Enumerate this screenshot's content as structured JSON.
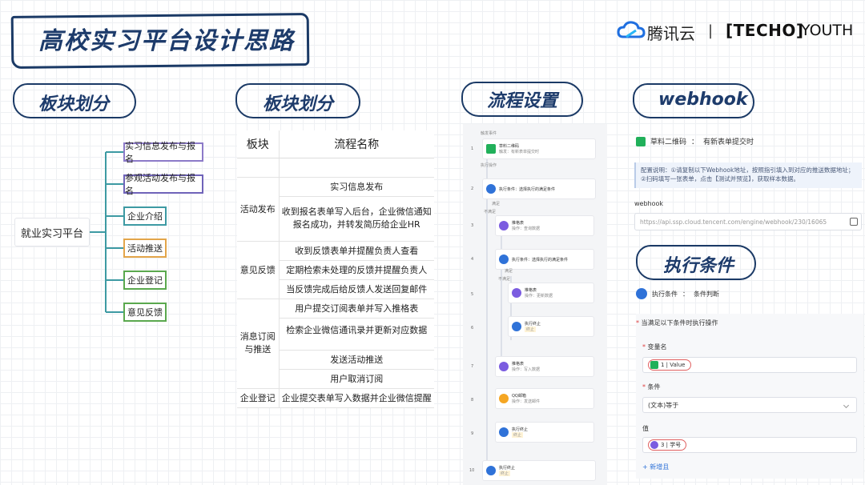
{
  "header": {
    "title": "高校实习平台设计思路",
    "logo_tencent": "腾讯云",
    "logo_sep": "|",
    "logo_techo": "[TECHO]",
    "logo_youth": "YOUTH"
  },
  "sections": {
    "s1": "板块划分",
    "s2": "板块划分",
    "s3": "流程设置",
    "s4": "webhook",
    "s5": "执行条件"
  },
  "mindmap": {
    "root": "就业实习平台",
    "nodes": [
      {
        "label": "实习信息发布与报名",
        "color": "#8c7ac8"
      },
      {
        "label": "参观活动发布与报名",
        "color": "#6f63b9"
      },
      {
        "label": "企业介绍",
        "color": "#3d9aa3"
      },
      {
        "label": "活动推送",
        "color": "#e3a54a"
      },
      {
        "label": "企业登记",
        "color": "#5aa84e"
      },
      {
        "label": "意见反馈",
        "color": "#5aa84e"
      }
    ]
  },
  "table": {
    "h1": "板块",
    "h2": "流程名称",
    "c1": "活动发布",
    "r1": "实习信息发布",
    "r2": "收到报名表单写入后台，企业微信通知报名成功，并转发简历给企业HR",
    "c2": "意见反馈",
    "r3": "收到反馈表单并提醒负责人查看",
    "r4": "定期检索未处理的反馈并提醒负责人",
    "r5": "当反馈完成后给反馈人发送回复邮件",
    "c3": "消息订阅与推送",
    "r6": "用户提交订阅表单并写入推格表",
    "r7": "检索企业微信通讯录并更新对应数据",
    "r8": "发送活动推送",
    "r9": "用户取消订阅",
    "c4": "企业登记",
    "r10": "企业提交表单写入数据并企业微信提醒"
  },
  "flow": {
    "top_label": "触发事件",
    "s1_num": "1",
    "s1_title": "草料二维码",
    "s1_sub": "触发：有新表单提交时",
    "exec_label": "执行操作",
    "s2_num": "2",
    "s2_title": "执行条件：选择执行的满足条件",
    "yes1": "满足",
    "no1": "不满足",
    "s3_num": "3",
    "s3_title": "推格表",
    "s3_sub": "操作：查询数据",
    "s4_num": "4",
    "s4_title": "执行条件：选择执行的满足条件",
    "yes2": "满足",
    "no2": "不满足",
    "s5_num": "5",
    "s5_title": "推格表",
    "s5_sub": "操作：更新数据",
    "s6_num": "6",
    "s6_title": "执行终止",
    "s6_tag": "终止",
    "s7_num": "7",
    "s7_title": "推格表",
    "s7_sub": "操作：写入数据",
    "s8_num": "8",
    "s8_title": "QQ邮箱",
    "s8_sub": "操作：发送邮件",
    "s9_num": "9",
    "s9_title": "执行终止",
    "s9_tag": "终止",
    "s10_num": "10",
    "s10_title": "执行终止",
    "s10_tag": "终止"
  },
  "webhook": {
    "app": "草料二维码",
    "colon": "：",
    "event": "有新表单提交时",
    "info": "配置说明：①请复制以下Webhook地址，按照指引填入到对应的推送数据地址；②扫码填写一张表单，点击【测试并预览】，获取样本数据。",
    "label": "webhook",
    "url": "https://api.ssp.cloud.tencent.com/engine/webhook/230/16065"
  },
  "condition": {
    "head": "执行条件",
    "colon": "：",
    "type": "条件判断",
    "rule": "当满足以下条件时执行操作",
    "var_label": "变量名",
    "var_value": "1 | Value",
    "cond_label": "条件",
    "cond_value": "(文本)等于",
    "val_label": "值",
    "val_value": "3 | 学号",
    "add": "新增且",
    "req": "*",
    "plus": "+"
  },
  "colors": {
    "navy": "#1b3a66",
    "accent_blue": "#2f72d8",
    "qr_green": "#21b05a",
    "purple": "#7b5ce0",
    "orange": "#f5a623"
  }
}
